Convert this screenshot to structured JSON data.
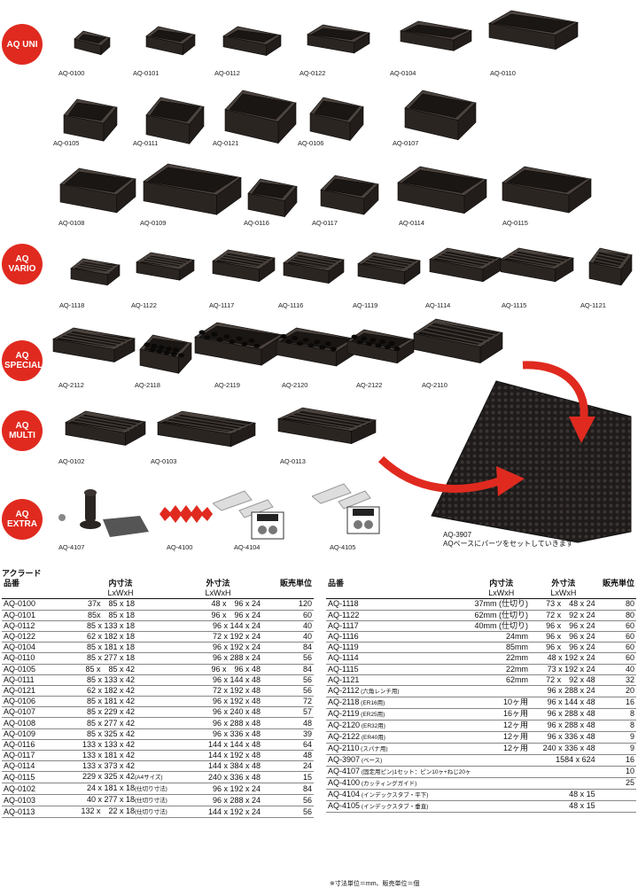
{
  "categories": {
    "uni": "AQ UNI",
    "vario": "AQ VARIO",
    "special": "AQ SPECIAL",
    "multi": "AQ MULTI",
    "extra": "AQ EXTRA"
  },
  "images": {
    "uni_row1": [
      "AQ-0100",
      "AQ-0101",
      "AQ-0112",
      "AQ-0122",
      "AQ-0104",
      "AQ-0110"
    ],
    "uni_row2": [
      "AQ-0105",
      "AQ-0111",
      "AQ-0121",
      "AQ-0106",
      "AQ-0107"
    ],
    "uni_row3": [
      "AQ-0108",
      "AQ-0109",
      "AQ-0116",
      "AQ-0117",
      "AQ-0114",
      "AQ-0115"
    ],
    "vario": [
      "AQ-1118",
      "AQ-1122",
      "AQ-1117",
      "AQ-1116",
      "AQ-1119",
      "AQ-1114",
      "AQ-1115",
      "AQ-1121"
    ],
    "special": [
      "AQ-2112",
      "AQ-2118",
      "AQ-2119",
      "AQ-2120",
      "AQ-2122",
      "AQ-2110"
    ],
    "multi": [
      "AQ-0102",
      "AQ-0103",
      "AQ-0113"
    ],
    "extra": [
      "AQ-4107",
      "AQ-4100",
      "AQ-4104",
      "AQ-4105"
    ],
    "base_code": "AQ-3907",
    "base_caption": "AQベースにパーツをセットしていきます"
  },
  "table": {
    "title": "アクラード",
    "headers": {
      "code": "品番",
      "inner": "内寸法",
      "outer": "外寸法",
      "unit": "販売単位",
      "dim": "LxWxH"
    },
    "left_rows": [
      {
        "code": "AQ-0100",
        "inner": "37x　85 x 18",
        "note": "",
        "outer": "48 x　96 x 24",
        "unit": "120"
      },
      {
        "code": "AQ-0101",
        "inner": "85x　85 x 18",
        "note": "",
        "outer": "96 x　96 x 24",
        "unit": "60"
      },
      {
        "code": "AQ-0112",
        "inner": "85 x 133 x 18",
        "note": "",
        "outer": "96 x 144 x 24",
        "unit": "40"
      },
      {
        "code": "AQ-0122",
        "inner": "62 x 182 x 18",
        "note": "",
        "outer": "72 x 192 x 24",
        "unit": "40"
      },
      {
        "code": "AQ-0104",
        "inner": "85 x 181 x 18",
        "note": "",
        "outer": "96 x 192 x 24",
        "unit": "84"
      },
      {
        "code": "AQ-0110",
        "inner": "85 x 277 x 18",
        "note": "",
        "outer": "96 x 288 x 24",
        "unit": "56"
      },
      {
        "code": "AQ-0105",
        "inner": "85 x　85 x 42",
        "note": "",
        "outer": "96 x　96 x 48",
        "unit": "84"
      },
      {
        "code": "AQ-0111",
        "inner": "85 x 133 x 42",
        "note": "",
        "outer": "96 x 144 x 48",
        "unit": "56"
      },
      {
        "code": "AQ-0121",
        "inner": "62 x 182 x 42",
        "note": "",
        "outer": "72 x 192 x 48",
        "unit": "56"
      },
      {
        "code": "AQ-0106",
        "inner": "85 x 181 x 42",
        "note": "",
        "outer": "96 x 192 x 48",
        "unit": "72"
      },
      {
        "code": "AQ-0107",
        "inner": "85 x 229 x 42",
        "note": "",
        "outer": "96 x 240 x 48",
        "unit": "57"
      },
      {
        "code": "AQ-0108",
        "inner": "85 x 277 x 42",
        "note": "",
        "outer": "96 x 288 x 48",
        "unit": "48"
      },
      {
        "code": "AQ-0109",
        "inner": "85 x 325 x 42",
        "note": "",
        "outer": "96 x 336 x 48",
        "unit": "39"
      },
      {
        "code": "AQ-0116",
        "inner": "133 x 133 x 42",
        "note": "",
        "outer": "144 x 144 x 48",
        "unit": "64"
      },
      {
        "code": "AQ-0117",
        "inner": "133 x 181 x 42",
        "note": "",
        "outer": "144 x 192 x 48",
        "unit": "48"
      },
      {
        "code": "AQ-0114",
        "inner": "133 x 373 x 42",
        "note": "",
        "outer": "144 x 384 x 48",
        "unit": "24"
      },
      {
        "code": "AQ-0115",
        "inner": "229 x 325 x 42",
        "note": "(A4サイズ)",
        "outer": "240 x 336 x 48",
        "unit": "15"
      },
      {
        "code": "AQ-0102",
        "inner": "24 x 181 x 18",
        "note": "(仕切り寸法)",
        "outer": "96 x 192 x 24",
        "unit": "84"
      },
      {
        "code": "AQ-0103",
        "inner": "40 x 277 x 18",
        "note": "(仕切り寸法)",
        "outer": "96 x 288 x 24",
        "unit": "56"
      },
      {
        "code": "AQ-0113",
        "inner": "132 x　22 x 18",
        "note": "(仕切り寸法)",
        "outer": "144 x 192 x 24",
        "unit": "56"
      }
    ],
    "right_rows": [
      {
        "code": "AQ-1118",
        "note": "",
        "inner": "37mm (仕切り)",
        "outer": "73 x　48 x 24",
        "unit": "80"
      },
      {
        "code": "AQ-1122",
        "note": "",
        "inner": "62mm (仕切り)",
        "outer": "72 x　92 x 24",
        "unit": "80"
      },
      {
        "code": "AQ-1117",
        "note": "",
        "inner": "40mm (仕切り)",
        "outer": "96 x　96 x 24",
        "unit": "60"
      },
      {
        "code": "AQ-1116",
        "note": "",
        "inner": "24mm",
        "outer": "96 x　96 x 24",
        "unit": "60"
      },
      {
        "code": "AQ-1119",
        "note": "",
        "inner": "85mm",
        "outer": "96 x　96 x 24",
        "unit": "60"
      },
      {
        "code": "AQ-1114",
        "note": "",
        "inner": "22mm",
        "outer": "48 x 192 x 24",
        "unit": "60"
      },
      {
        "code": "AQ-1115",
        "note": "",
        "inner": "22mm",
        "outer": "73 x 192 x 24",
        "unit": "40"
      },
      {
        "code": "AQ-1121",
        "note": "",
        "inner": "62mm",
        "outer": "72 x　92 x 48",
        "unit": "32"
      },
      {
        "code": "AQ-2112",
        "note": "(六角レンチ用)",
        "inner": "",
        "outer": "96 x 288 x 24",
        "unit": "20"
      },
      {
        "code": "AQ-2118",
        "note": "(ER16用)",
        "inner": "10ヶ用",
        "outer": "96 x 144 x 48",
        "unit": "16"
      },
      {
        "code": "AQ-2119",
        "note": "(ER25用)",
        "inner": "16ヶ用",
        "outer": "96 x 288 x 48",
        "unit": "8"
      },
      {
        "code": "AQ-2120",
        "note": "(ER32用)",
        "inner": "12ヶ用",
        "outer": "96 x 288 x 48",
        "unit": "8"
      },
      {
        "code": "AQ-2122",
        "note": "(ER40用)",
        "inner": "12ヶ用",
        "outer": "96 x 336 x 48",
        "unit": "9"
      },
      {
        "code": "AQ-2110",
        "note": "(スパナ用)",
        "inner": "12ヶ用",
        "outer": "240 x 336 x 48",
        "unit": "9"
      },
      {
        "code": "AQ-3907",
        "note": "(ベース)",
        "inner": "",
        "outer": "1584 x 624",
        "unit": "16"
      },
      {
        "code": "AQ-4107",
        "note": "(固定用ピン)1セット：ピン10ヶ+ねじ20ヶ",
        "inner": "",
        "outer": "",
        "unit": "10"
      },
      {
        "code": "AQ-4100",
        "note": "(カッティングガイド)",
        "inner": "",
        "outer": "",
        "unit": "25"
      },
      {
        "code": "AQ-4104",
        "note": "(インデックスタブ・平下)",
        "inner": "",
        "outer": "48 x 15",
        "unit": ""
      },
      {
        "code": "AQ-4105",
        "note": "(インデックスタブ・垂直)",
        "inner": "",
        "outer": "48 x 15",
        "unit": ""
      }
    ],
    "footnote": "※寸法単位＝mm、販売単位＝個"
  },
  "colors": {
    "accent": "#e02a1f",
    "tray": "#2b2522",
    "tray_light": "#4a423d"
  }
}
